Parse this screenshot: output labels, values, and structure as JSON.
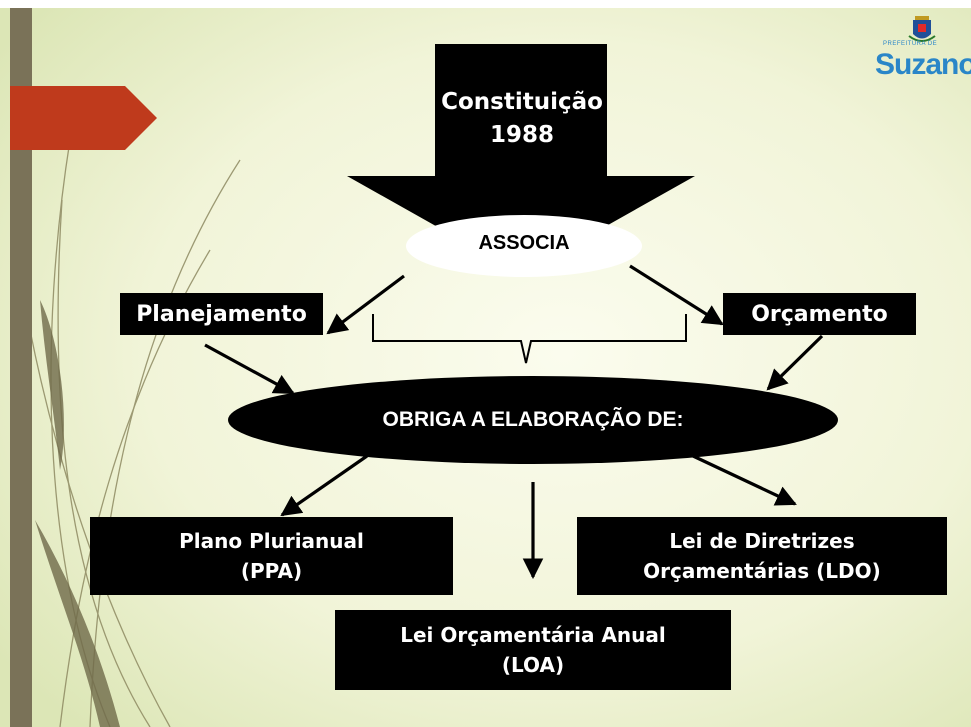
{
  "diagram": {
    "top_arrow_text": "Constituição\n1988",
    "associa": "ASSOCIA",
    "planejamento": "Planejamento",
    "orcamento": "Orçamento",
    "obriga": "OBRIGA A ELABORAÇÃO DE:",
    "ppa": "Plano Plurianual\n(PPA)",
    "ldo": "Lei de Diretrizes\nOrçamentárias (LDO)",
    "loa": "Lei Orçamentária Anual\n(LOA)"
  },
  "logo": {
    "prefix": "PREFEITURA DE",
    "word": "Suzano"
  },
  "colors": {
    "background_center": "#fbfcee",
    "background_edge": "#dfe8b9",
    "left_bar": "#7a7258",
    "red_tab": "#bf3a1c",
    "shape_fill": "#000000",
    "logo_blue": "#2a86c8"
  }
}
